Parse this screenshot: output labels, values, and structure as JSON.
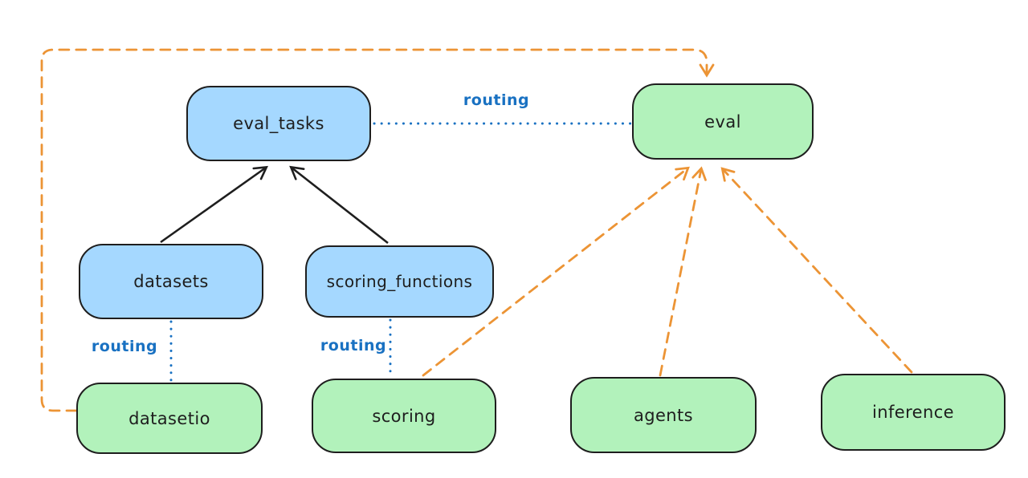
{
  "diagram": {
    "type": "flowchart",
    "colors": {
      "background": "#ffffff",
      "api_blue_fill": "#a5d8ff",
      "provider_green_fill": "#b2f2bb",
      "stroke_black": "#1e1e1e",
      "routing_blue": "#1971c2",
      "orange": "#ec9435"
    },
    "nodes": {
      "eval_tasks": {
        "label": "eval_tasks",
        "fill": "#a5d8ff"
      },
      "eval": {
        "label": "eval",
        "fill": "#b2f2bb"
      },
      "datasets": {
        "label": "datasets",
        "fill": "#a5d8ff"
      },
      "scoring_functions": {
        "label": "scoring_functions",
        "fill": "#a5d8ff"
      },
      "datasetio": {
        "label": "datasetio",
        "fill": "#b2f2bb"
      },
      "scoring": {
        "label": "scoring",
        "fill": "#b2f2bb"
      },
      "agents": {
        "label": "agents",
        "fill": "#b2f2bb"
      },
      "inference": {
        "label": "inference",
        "fill": "#b2f2bb"
      }
    },
    "edges": [
      {
        "from": "datasets",
        "to": "eval_tasks",
        "style": "solid",
        "color": "#1e1e1e",
        "arrowhead": "end"
      },
      {
        "from": "scoring_functions",
        "to": "eval_tasks",
        "style": "solid",
        "color": "#1e1e1e",
        "arrowhead": "end"
      },
      {
        "from": "eval_tasks",
        "to": "eval",
        "style": "dotted",
        "color": "#1971c2",
        "label": "routing",
        "arrowhead": "none"
      },
      {
        "from": "datasets",
        "to": "datasetio",
        "style": "dotted",
        "color": "#1971c2",
        "label": "routing",
        "arrowhead": "none"
      },
      {
        "from": "scoring_functions",
        "to": "scoring",
        "style": "dotted",
        "color": "#1971c2",
        "label": "routing",
        "arrowhead": "none"
      },
      {
        "from": "datasetio",
        "to": "eval",
        "style": "dashed",
        "color": "#ec9435",
        "arrowhead": "end",
        "route": "around-left-and-top"
      },
      {
        "from": "scoring",
        "to": "eval",
        "style": "dashed",
        "color": "#ec9435",
        "arrowhead": "end"
      },
      {
        "from": "agents",
        "to": "eval",
        "style": "dashed",
        "color": "#ec9435",
        "arrowhead": "end"
      },
      {
        "from": "inference",
        "to": "eval",
        "style": "dashed",
        "color": "#ec9435",
        "arrowhead": "end"
      }
    ]
  }
}
